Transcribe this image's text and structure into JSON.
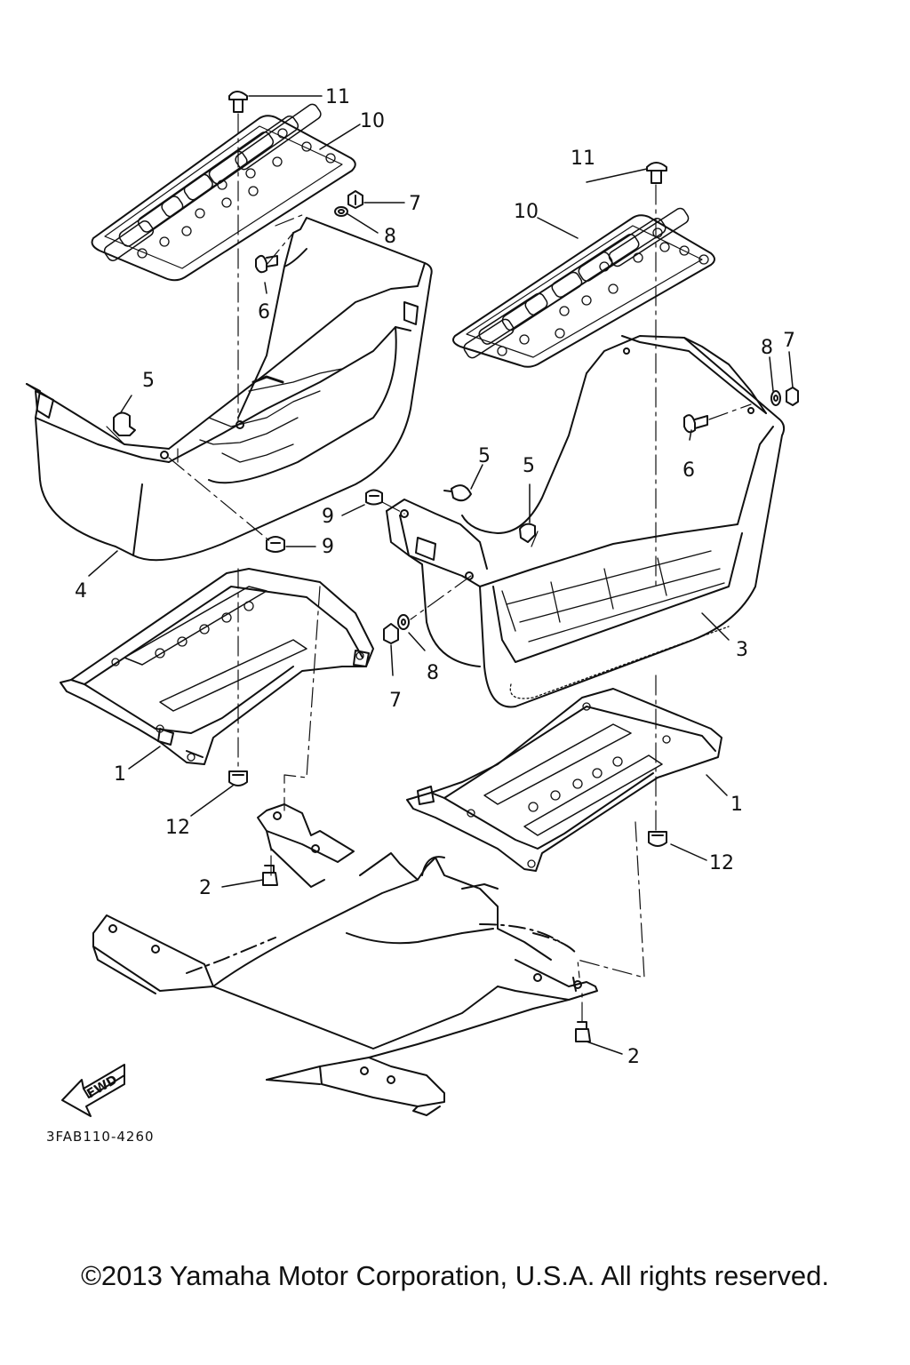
{
  "diagram": {
    "part_code": "3FAB110-4260",
    "fwd_label": "FWD",
    "callouts": {
      "c1a": "1",
      "c1b": "1",
      "c2a": "2",
      "c2b": "2",
      "c3": "3",
      "c4": "4",
      "c5a": "5",
      "c5b": "5",
      "c5c": "5",
      "c6a": "6",
      "c6b": "6",
      "c7a": "7",
      "c7b": "7",
      "c8a": "8",
      "c8b": "8",
      "c8c": "8",
      "c9a": "9",
      "c9b": "9",
      "c10a": "10",
      "c10b": "10",
      "c11a": "11",
      "c11b": "11",
      "c12a": "12",
      "c12b": "12"
    }
  },
  "copyright": "©2013 Yamaha Motor Corporation, U.S.A. All rights reserved."
}
